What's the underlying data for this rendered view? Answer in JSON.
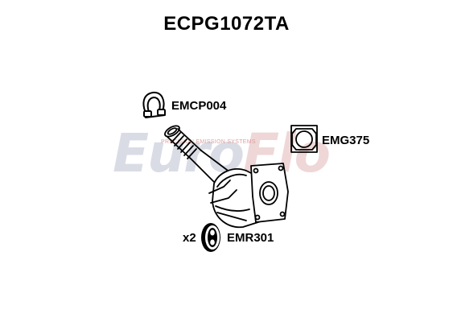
{
  "title": "ECPG1072TA",
  "watermark": {
    "logo_euro": "Euro",
    "logo_flo": "Flo",
    "tagline": "PRECISION EMISSION SYSTEMS"
  },
  "parts": {
    "clamp": {
      "code": "EMCP004",
      "icon": "exhaust-clamp-icon"
    },
    "gasket": {
      "code": "EMG375",
      "icon": "square-gasket-icon"
    },
    "mount": {
      "code": "EMR301",
      "quantity": "x2",
      "icon": "rubber-mount-icon"
    },
    "main": {
      "icon": "particulate-filter-icon"
    }
  }
}
